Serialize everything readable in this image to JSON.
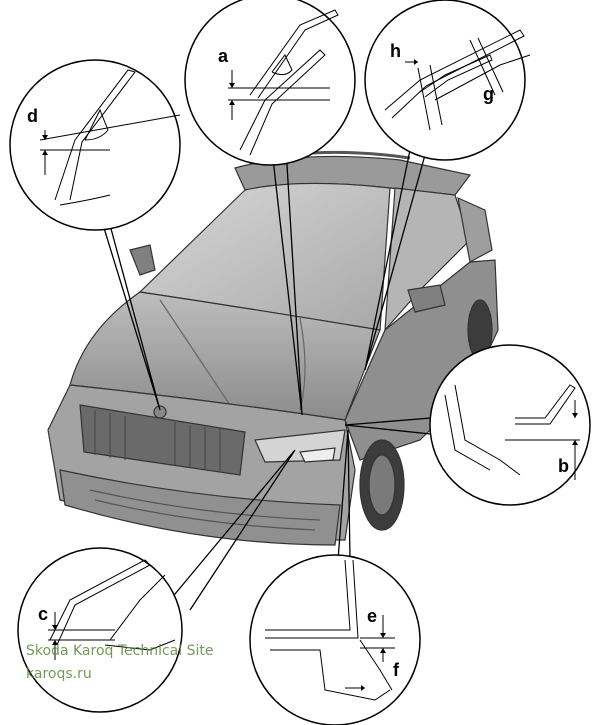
{
  "labels": {
    "a": "a",
    "b": "b",
    "c": "c",
    "d": "d",
    "e": "e",
    "f": "f",
    "g": "g",
    "h": "h"
  },
  "watermark": {
    "line1": "Skoda Karoq Technical Site",
    "line2": "karoqs.ru"
  },
  "colors": {
    "car_body": "#a9a9a9",
    "car_dark": "#6f6f6f",
    "windshield": "#c8c8c8",
    "watermark": "#5a8a3a"
  }
}
